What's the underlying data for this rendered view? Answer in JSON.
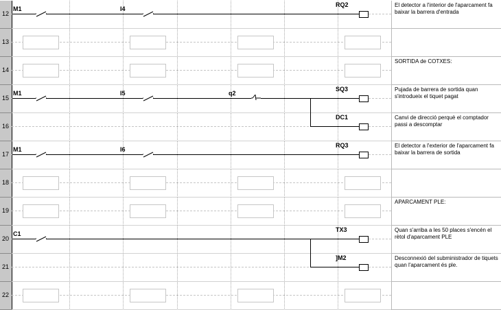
{
  "rows": [
    {
      "number": "12",
      "labels": [
        "M1",
        "I4",
        "RQ2"
      ],
      "comment": "El detector a l'interior de l'aparcament fa baixar la barrera d'entrada"
    },
    {
      "number": "13",
      "labels": [],
      "comment": ""
    },
    {
      "number": "14",
      "labels": [],
      "comment": "SORTIDA de COTXES:"
    },
    {
      "number": "15",
      "labels": [
        "M1",
        "I5",
        "q2",
        "SQ3"
      ],
      "comment": "Pujada de barrera de sortida quan s'introdueix el tiquet pagat"
    },
    {
      "number": "16",
      "labels": [
        "DC1"
      ],
      "comment": "Canvi de direcció perquè el comptador passi a descomptar"
    },
    {
      "number": "17",
      "labels": [
        "M1",
        "I6",
        "RQ3"
      ],
      "comment": "El detector a l'exterior de l'aparcament fa baixar la barrera de sortida"
    },
    {
      "number": "18",
      "labels": [],
      "comment": ""
    },
    {
      "number": "19",
      "labels": [],
      "comment": "APARCAMENT PLE:"
    },
    {
      "number": "20",
      "labels": [
        "C1",
        "TX3"
      ],
      "comment": "Quan s'arriba a les 50 places s'encén el rètol d'aparcament PLE"
    },
    {
      "number": "21",
      "labels": [
        "]M2"
      ],
      "comment": "Desconnexió del subministrador de tiquets quan l'aparcament és ple."
    },
    {
      "number": "22",
      "labels": [],
      "comment": ""
    }
  ]
}
